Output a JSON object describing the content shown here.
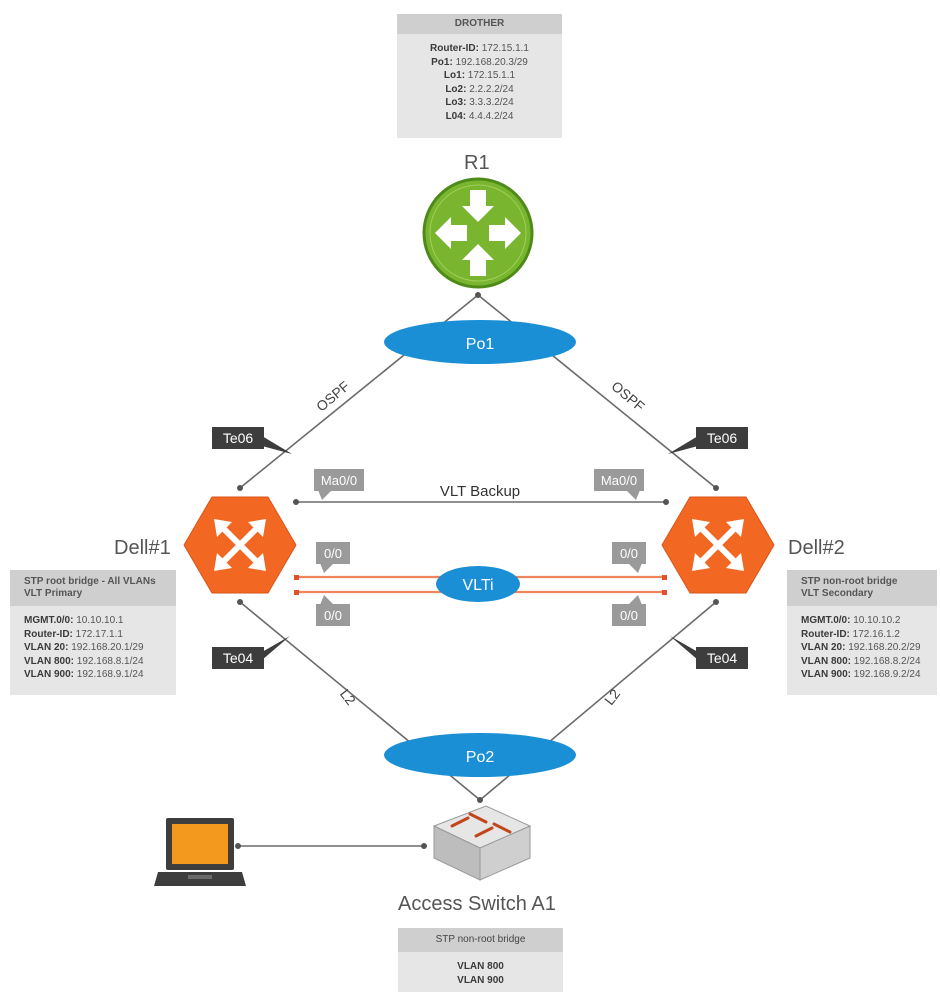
{
  "r1": {
    "name": "R1",
    "box_title": "DROTHER",
    "rows": [
      {
        "k": "Router-ID:",
        "v": " 172.15.1.1"
      },
      {
        "k": "Po1:",
        "v": " 192.168.20.3/29"
      },
      {
        "k": "Lo1:",
        "v": " 172.15.1.1"
      },
      {
        "k": "Lo2:",
        "v": " 2.2.2.2/24"
      },
      {
        "k": "Lo3:",
        "v": " 3.3.3.2/24"
      },
      {
        "k": "L04:",
        "v": " 4.4.4.2/24"
      }
    ]
  },
  "dell1": {
    "name": "Dell#1",
    "box_title_1": "STP root bridge - All VLANs",
    "box_title_2": "VLT Primary",
    "rows": [
      {
        "k": "MGMT.0/0:",
        "v": " 10.10.10.1"
      },
      {
        "k": "Router-ID:",
        "v": " 172.17.1.1"
      },
      {
        "k": "VLAN 20:",
        "v": " 192.168.20.1/29"
      },
      {
        "k": "VLAN 800:",
        "v": " 192.168.8.1/24"
      },
      {
        "k": "VLAN 900:",
        "v": " 192.168.9.1/24"
      }
    ]
  },
  "dell2": {
    "name": "Dell#2",
    "box_title_1": "STP non-root bridge",
    "box_title_2": "VLT Secondary",
    "rows": [
      {
        "k": "MGMT.0/0:",
        "v": " 10.10.10.2"
      },
      {
        "k": "Router-ID:",
        "v": " 172.16.1.2"
      },
      {
        "k": "VLAN 20:",
        "v": " 192.168.20.2/29"
      },
      {
        "k": "VLAN 800:",
        "v": " 192.168.8.2/24"
      },
      {
        "k": "VLAN 900:",
        "v": " 192.168.9.2/24"
      }
    ]
  },
  "switch": {
    "name": "Access Switch A1",
    "box_title": "STP non-root bridge",
    "rows": [
      "VLAN 800",
      "VLAN 900"
    ]
  },
  "links": {
    "po1": "Po1",
    "po2": "Po2",
    "vlti": "VLTi",
    "vlt_backup": "VLT Backup",
    "ospf_left": "OSPF",
    "ospf_right": "OSPF",
    "l2_left": "L2",
    "l2_right": "L2"
  },
  "ports": {
    "te06_left": "Te06",
    "te06_right": "Te06",
    "te04_left": "Te04",
    "te04_right": "Te04",
    "ma_left": "Ma0/0",
    "ma_right": "Ma0/0",
    "p00_left_top": "0/0",
    "p00_left_bottom": "0/0",
    "p00_right_top": "0/0",
    "p00_right_bottom": "0/0"
  },
  "colors": {
    "router_green": "#79b52e",
    "dell_orange": "#f26722",
    "ellipse_blue": "#1a8fd6",
    "vlti_line": "#f0845c",
    "callout_dark": "#3d3d3d",
    "callout_gray": "#9a9a9a",
    "laptop_screen": "#f39a1e"
  }
}
